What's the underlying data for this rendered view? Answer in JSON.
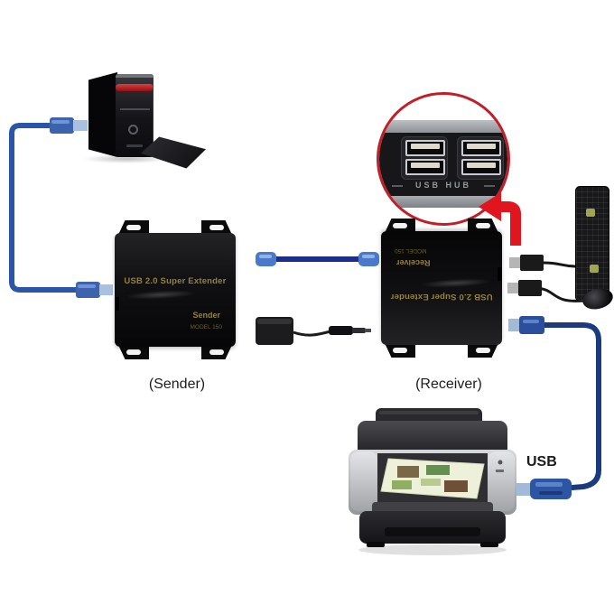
{
  "sender_unit": {
    "title": "USB 2.0 Super Extender",
    "port_label": "Sender",
    "model": "MODEL 150",
    "caption": "(Sender)"
  },
  "receiver_unit": {
    "title": "USB 2.0 Super Extender",
    "port_label": "Receiver",
    "model": "MODEL 150",
    "caption": "(Receiver)"
  },
  "hub_callout": {
    "label": "USB HUB"
  },
  "printer_link": {
    "label": "USB"
  },
  "colors": {
    "callout_red": "#c21e28",
    "arrow_red": "#e0151d",
    "cable_blue": "#2b55a7",
    "link_cable_blue": "#1a2f8c",
    "printer_cable_blue": "#1b3a80",
    "gold_text": "#93803a"
  }
}
